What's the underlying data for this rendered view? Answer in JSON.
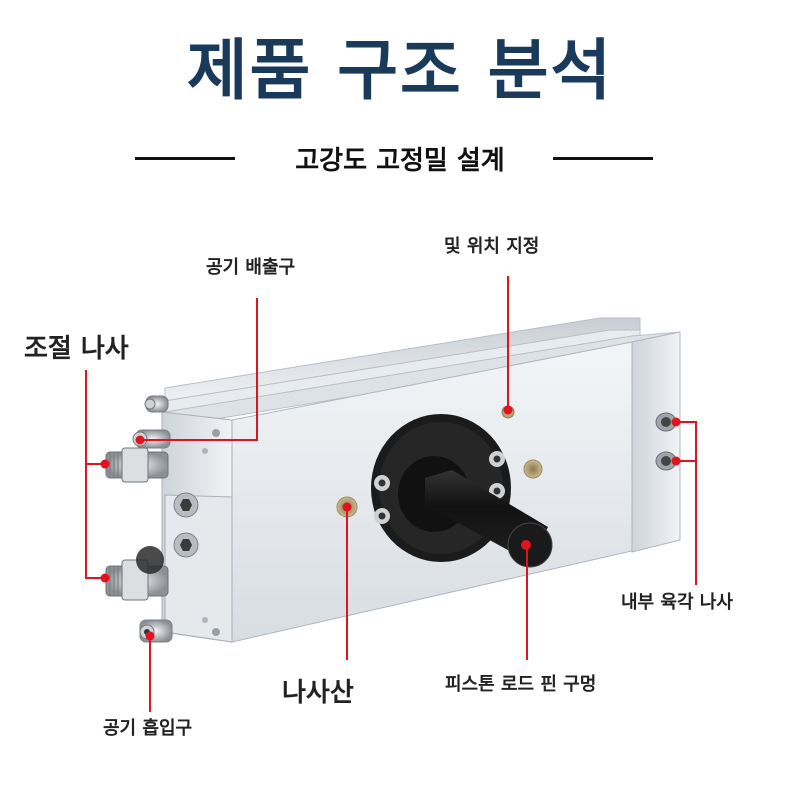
{
  "title": "제품 구조 분석",
  "subtitle": "고강도 고정밀 설계",
  "labels": {
    "air_exhaust": "공기 배출구",
    "adjust_screw": "조절 나사",
    "position_fix": "및 위치 지정",
    "inner_hex_screw": "내부 육각 나사",
    "screw_thread": "나사산",
    "piston_rod_hole": "피스톤 로드 핀 구멍",
    "air_intake": "공기 흡입구"
  },
  "colors": {
    "title": "#1a3a5c",
    "callout": "#e0141e",
    "metal": "#dfe3e7",
    "flange": "#1b1b1b"
  }
}
